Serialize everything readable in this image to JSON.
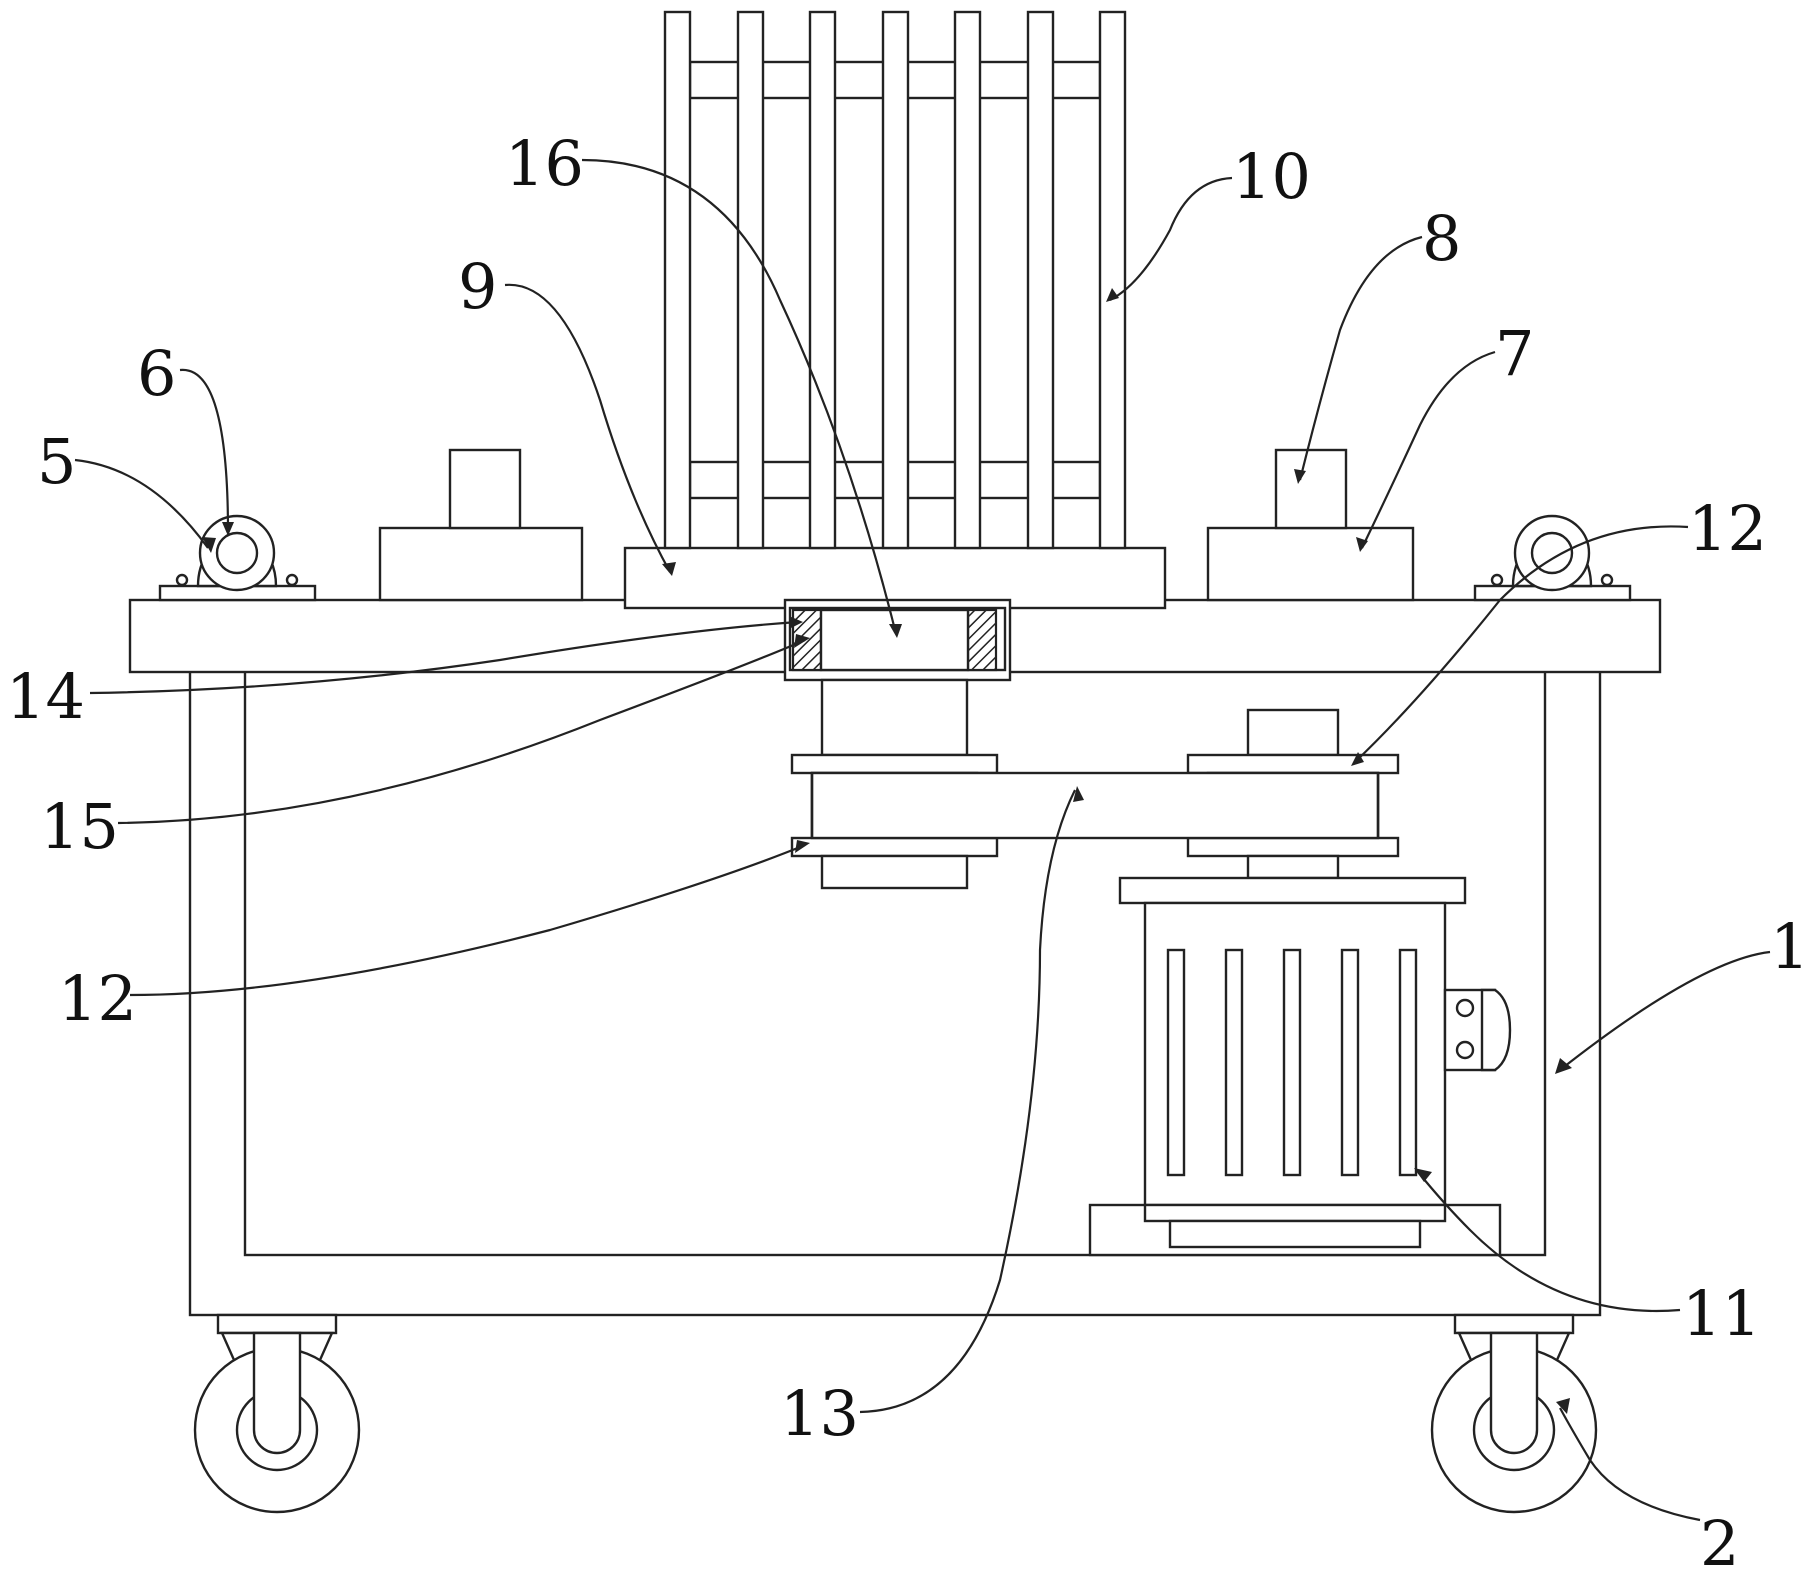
{
  "diagram": {
    "labels": [
      {
        "id": "label-1",
        "text": "1"
      },
      {
        "id": "label-2",
        "text": "2"
      },
      {
        "id": "label-5",
        "text": "5"
      },
      {
        "id": "label-6",
        "text": "6"
      },
      {
        "id": "label-7",
        "text": "7"
      },
      {
        "id": "label-8",
        "text": "8"
      },
      {
        "id": "label-9",
        "text": "9"
      },
      {
        "id": "label-10",
        "text": "10"
      },
      {
        "id": "label-11",
        "text": "11"
      },
      {
        "id": "label-12-top",
        "text": "12"
      },
      {
        "id": "label-12-bottom",
        "text": "12"
      },
      {
        "id": "label-13",
        "text": "13"
      },
      {
        "id": "label-14",
        "text": "14"
      },
      {
        "id": "label-15",
        "text": "15"
      },
      {
        "id": "label-16",
        "text": "16"
      }
    ],
    "colors": {
      "line": "#222222",
      "background": "#ffffff"
    }
  }
}
